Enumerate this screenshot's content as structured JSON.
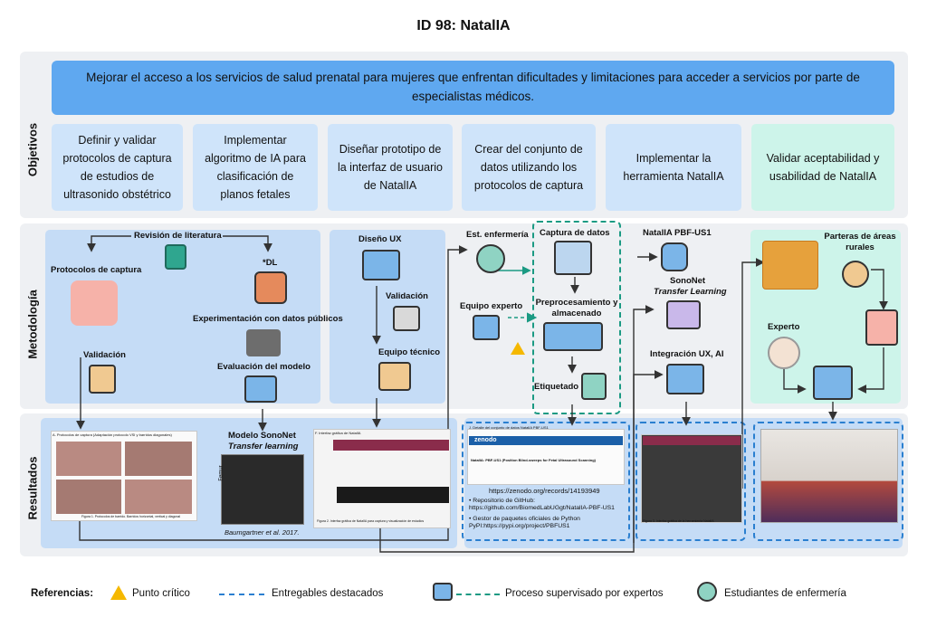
{
  "title": "ID 98:  NatalIA",
  "rows": {
    "objectives": "Objetivos",
    "methodology": "Metodología",
    "results": "Resultados"
  },
  "banner": "Mejorar el acceso a los servicios de salud prenatal para mujeres que enfrentan dificultades y limitaciones para acceder a servicios por parte de especialistas médicos.",
  "objectives": [
    "Definir y validar protocolos de captura de estudios de ultrasonido obstétrico",
    "Implementar algoritmo de IA para clasificación de planos fetales",
    "Diseñar prototipo de la interfaz de usuario de NatalIA",
    "Crear del conjunto de datos utilizando los protocolos de captura",
    "Implementar la herramienta NatalIA",
    "Validar aceptabilidad y usabilidad de NatalIA"
  ],
  "methodology": {
    "lit_review": "Revisión de literatura",
    "capture_protocols": "Protocolos de captura",
    "validation1": "Validación",
    "dl": "*DL",
    "experimentation": "Experimentación con datos públicos",
    "model_eval": "Evaluación del modelo",
    "ux_design": "Diseño UX",
    "validation2": "Validación",
    "tech_team": "Equipo técnico",
    "nursing_students": "Est. enfermería",
    "expert_team": "Equipo experto",
    "data_capture": "Captura de datos",
    "preprocessing": "Preprocesamiento y almacenado",
    "labeling": "Etiquetado",
    "natalia_pbf": "NatalIA PBF-US1",
    "sononet": "SonoNet",
    "transfer_learning": "Transfer Learning",
    "integration": "Integración UX, AI",
    "midwives": "Parteras de áreas rurales",
    "expert": "Experto"
  },
  "results": {
    "protocols_caption": "A.  Protocolos de captura (Adaptación protocolo VSI y barridos diagonales)",
    "protocols_fig": "Figura 1. Protocolos de barrido. Barridos horizontal, vertical y diagonal",
    "sononet_title": "Modelo SonoNet",
    "sononet_sub": "Transfer learning",
    "sononet_side": "Femur",
    "citation": "Baumgartner et al. 2017.",
    "ui_caption": "F.  Interfaz gráfica de NatalIA",
    "ui_fig": "Figura 2. Interfaz gráfica de NatalIA para captura y visualización de estudios",
    "dataset_caption": "J.  Detalle del conjunto de datos NatalIA PBF-US1",
    "zenodo_logo": "zenodo",
    "zenodo_title": "NatalIA: PBF-US1 (Position Blind-sweeps for Fetal Ultrasound Scanning)",
    "zenodo_url": "https://zenodo.org/records/14193949",
    "github": "Repositorio de GitHub: https://github.com/BiomedLabUGgt/NatalIA-PBF-US1",
    "pypi": "Gestor de paquetes oficiales de Python PyPI:https://pypi.org/project/PBFUS1",
    "tool_fig": "Figura 3. Interfaz gráfica de la herramienta NatalIA"
  },
  "legend": {
    "title": "Referencias:",
    "critical": "Punto crítico",
    "deliverables": "Entregables  destacados",
    "supervised": "Proceso supervisado por expertos",
    "students": "Estudiantes de enfermería"
  },
  "colors": {
    "banner": "#5fa8f0",
    "objective": "#cfe4fa",
    "objective_last": "#cdf4ea",
    "panel_blue": "#c5dcf6",
    "panel_green": "#cdf4ea",
    "deliverable_dash": "#2a7fd0",
    "supervised_dash": "#1b9a83",
    "critical": "#f5b800"
  }
}
